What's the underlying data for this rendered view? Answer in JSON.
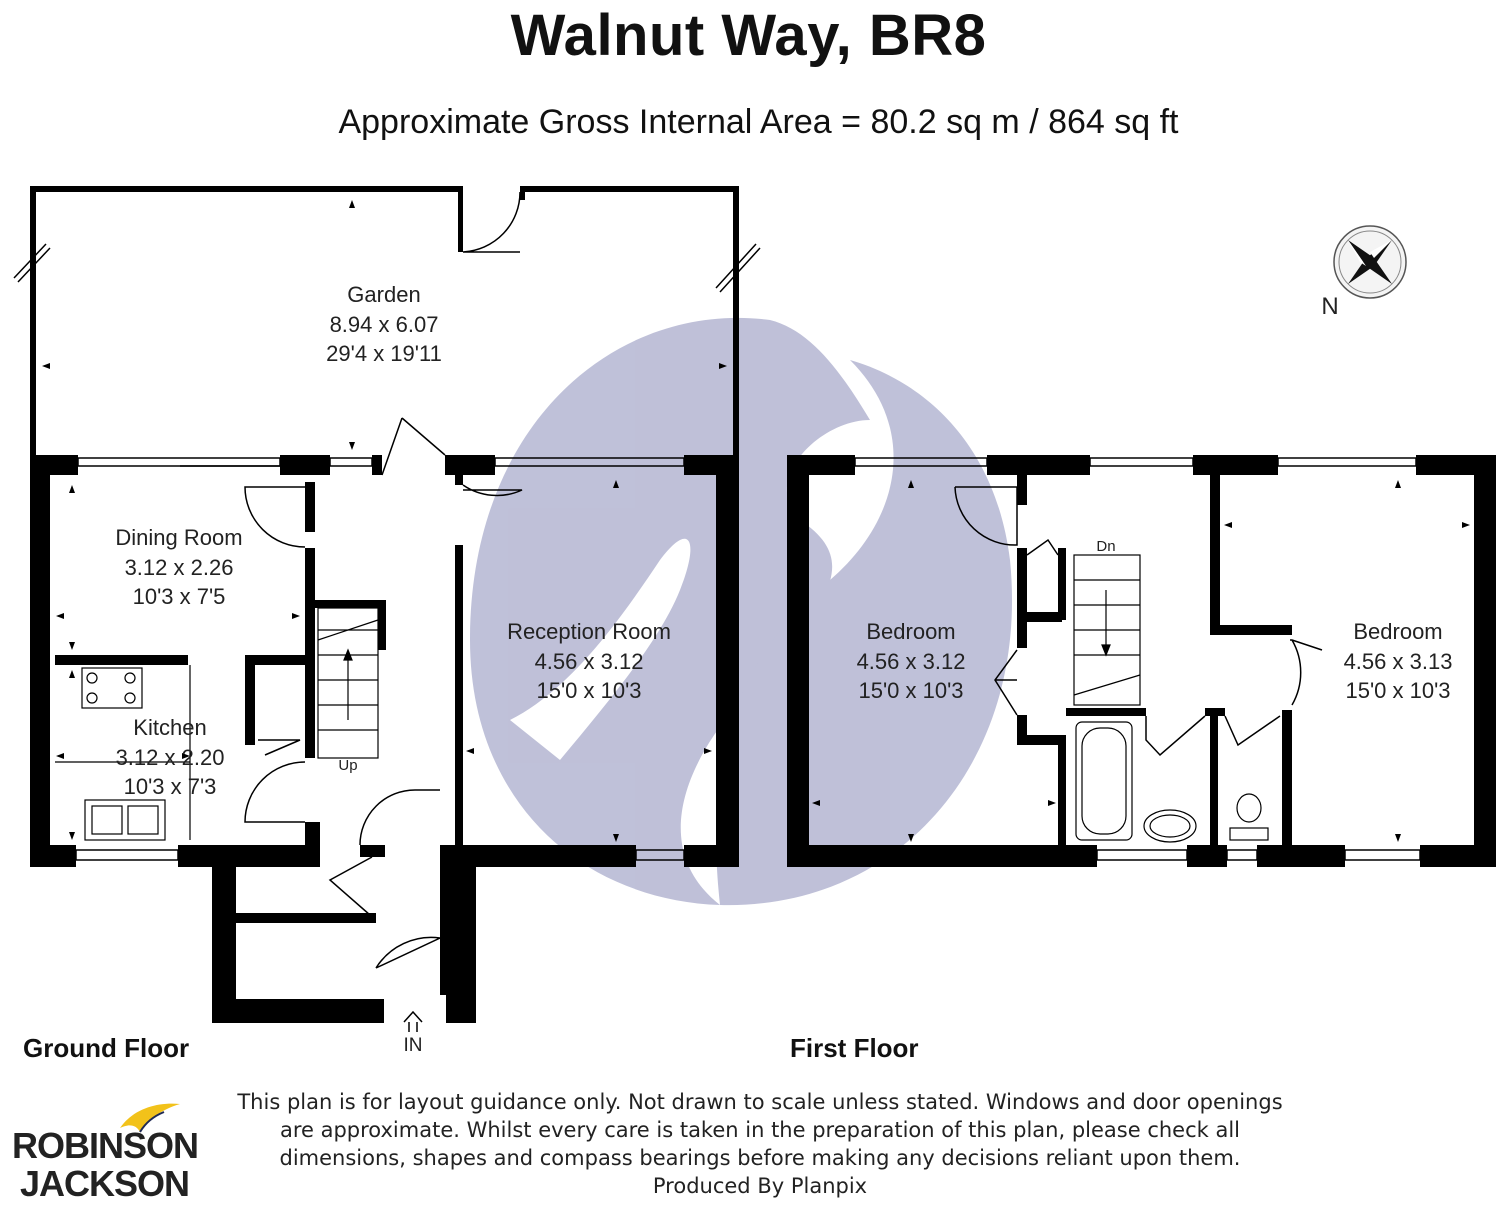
{
  "header": {
    "title": "Walnut Way, BR8",
    "area_text": "Approximate Gross Internal Area =  80.2 sq m / 864 sq ft"
  },
  "rooms": {
    "garden": {
      "name": "Garden",
      "metric": "8.94 x 6.07",
      "imperial": "29'4 x 19'11"
    },
    "dining": {
      "name": "Dining Room",
      "metric": "3.12 x 2.26",
      "imperial": "10'3 x 7'5"
    },
    "kitchen": {
      "name": "Kitchen",
      "metric": "3.12 x 2.20",
      "imperial": "10'3 x 7'3"
    },
    "reception": {
      "name": "Reception Room",
      "metric": "4.56 x 3.12",
      "imperial": "15'0 x 10'3"
    },
    "bedroom1": {
      "name": "Bedroom",
      "metric": "4.56 x 3.12",
      "imperial": "15'0 x 10'3"
    },
    "bedroom2": {
      "name": "Bedroom",
      "metric": "4.56 x 3.13",
      "imperial": "15'0 x 10'3"
    }
  },
  "labels": {
    "up": "Up",
    "dn": "Dn",
    "in": "IN",
    "north": "N"
  },
  "floors": {
    "ground": "Ground Floor",
    "first": "First Floor"
  },
  "disclaimer": {
    "line1": "This plan is for layout guidance only. Not drawn to scale unless stated. Windows and door openings",
    "line2": "are approximate. Whilst every care is taken in the preparation of this plan, please check all",
    "line3": "dimensions, shapes and compass bearings before making any decisions reliant upon them.",
    "line4": "Produced By Planpix"
  },
  "logo": {
    "line1": "ROBINSON",
    "line2": "JACKSON"
  },
  "colors": {
    "wall": "#000000",
    "watermark": "#b4b6d2",
    "logo": "#1f2a55",
    "logo_bird": "#f2c21a"
  }
}
